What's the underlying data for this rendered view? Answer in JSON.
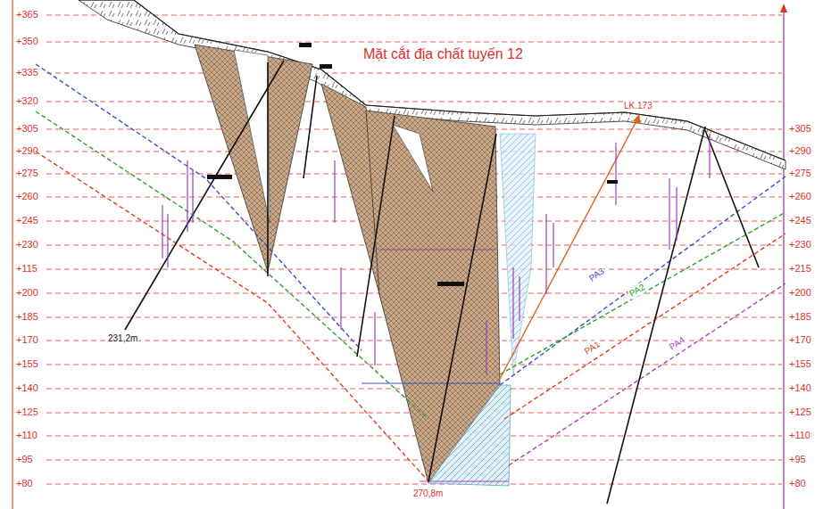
{
  "diagram": {
    "title": "Mặt cắt địa chất tuyến 12",
    "labels": [
      "+365",
      "+350",
      "+335",
      "+320",
      "+305",
      "+290",
      "+275",
      "+260",
      "+245",
      "+230",
      "+115",
      "+200",
      "+185",
      "+170",
      "+155",
      "+140",
      "+125",
      "+110",
      "+95",
      "+80",
      "+305",
      "+290",
      "+275",
      "+260",
      "+245",
      "+230",
      "+215",
      "+200",
      "+185",
      "+170",
      "+155",
      "+140",
      "+125",
      "+110",
      "+95",
      "+80",
      "PA3",
      "PA2",
      "PA1",
      "PA4",
      "LK.173",
      "270,8m",
      "231,2m"
    ]
  }
}
